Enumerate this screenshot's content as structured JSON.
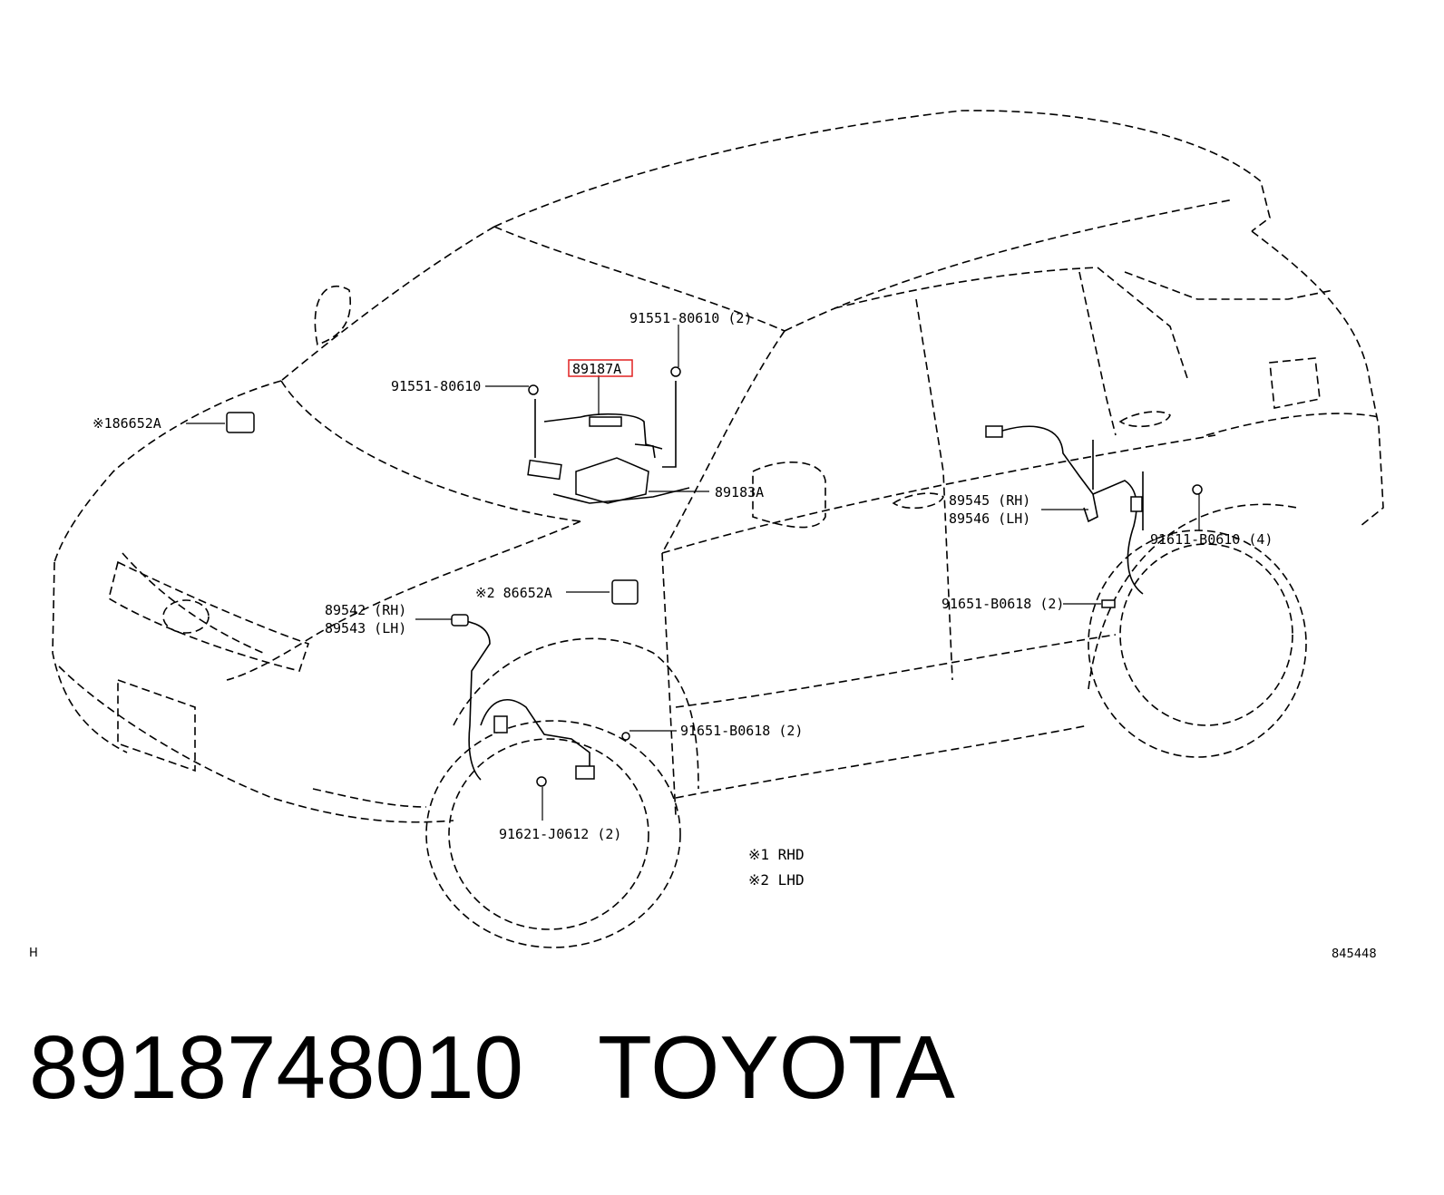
{
  "parts": {
    "p1": "91551-80610 (2)",
    "p2": "91551-80610",
    "p3": "89187A",
    "p4": "※186652A",
    "p5": "89183A",
    "p6_a": "89545 (RH)",
    "p6_b": "89546 (LH)",
    "p7": "91611-B0610 (4)",
    "p8": "※2 86652A",
    "p9": "91651-B0618 (2)",
    "p10_a": "89542 (RH)",
    "p10_b": "89543 (LH)",
    "p11": "91651-B0618 (2)",
    "p12": "91621-J0612 (2)"
  },
  "notes": {
    "n1": "※1 RHD",
    "n2": "※2 LHD"
  },
  "corner_left": "H",
  "corner_right": "845448",
  "caption": {
    "part_number": "8918748010",
    "brand": "TOYOTA"
  },
  "highlight_color": "#e02020"
}
